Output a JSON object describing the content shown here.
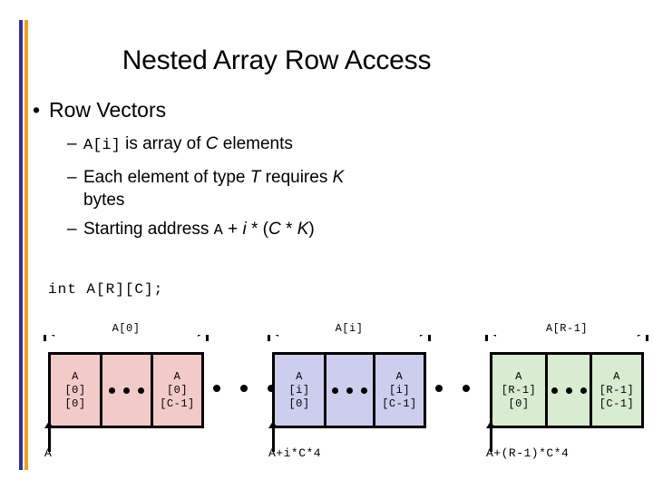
{
  "slide": {
    "title": "Nested Array Row Access",
    "accent_colors": {
      "blue": "#333399",
      "orange": "#f0a020"
    },
    "bullets": {
      "level1": "Row Vectors",
      "level2": [
        {
          "prefix": "",
          "code1": "A[i]",
          "text1": " is array of ",
          "ital1": "C",
          "text2": " elements"
        },
        {
          "text1": "Each element of type ",
          "ital1": "T",
          "text2": " requires ",
          "ital2": "K",
          "text3": "bytes"
        },
        {
          "text1": "Starting address ",
          "code1": "A",
          "text2": "  +  ",
          "ital1": "i",
          "text3": " * (",
          "ital2": "C",
          "text4": " * ",
          "ital3": "K",
          "text5": ")"
        }
      ]
    },
    "code_declaration": "int A[R][C];",
    "diagram": {
      "groups": [
        {
          "dim_label": "A[0]",
          "fill": "#f2cbc8",
          "first_cell": {
            "l1": "A",
            "l2": "[0]",
            "l3": "[0]"
          },
          "last_cell": {
            "l1": "A",
            "l2": "[0]",
            "l3": "[C-1]"
          },
          "address_label": "A"
        },
        {
          "dim_label": "A[i]",
          "fill": "#cdcdee",
          "first_cell": {
            "l1": "A",
            "l2": "[i]",
            "l3": "[0]"
          },
          "last_cell": {
            "l1": "A",
            "l2": "[i]",
            "l3": "[C-1]"
          },
          "address_label": "A+i*C*4"
        },
        {
          "dim_label": "A[R-1]",
          "fill": "#d7ecd1",
          "first_cell": {
            "l1": "A",
            "l2": "[R-1]",
            "l3": "[0]"
          },
          "last_cell": {
            "l1": "A",
            "l2": "[R-1]",
            "l3": "[C-1]"
          },
          "address_label": "A+(R-1)*C*4"
        }
      ]
    }
  }
}
